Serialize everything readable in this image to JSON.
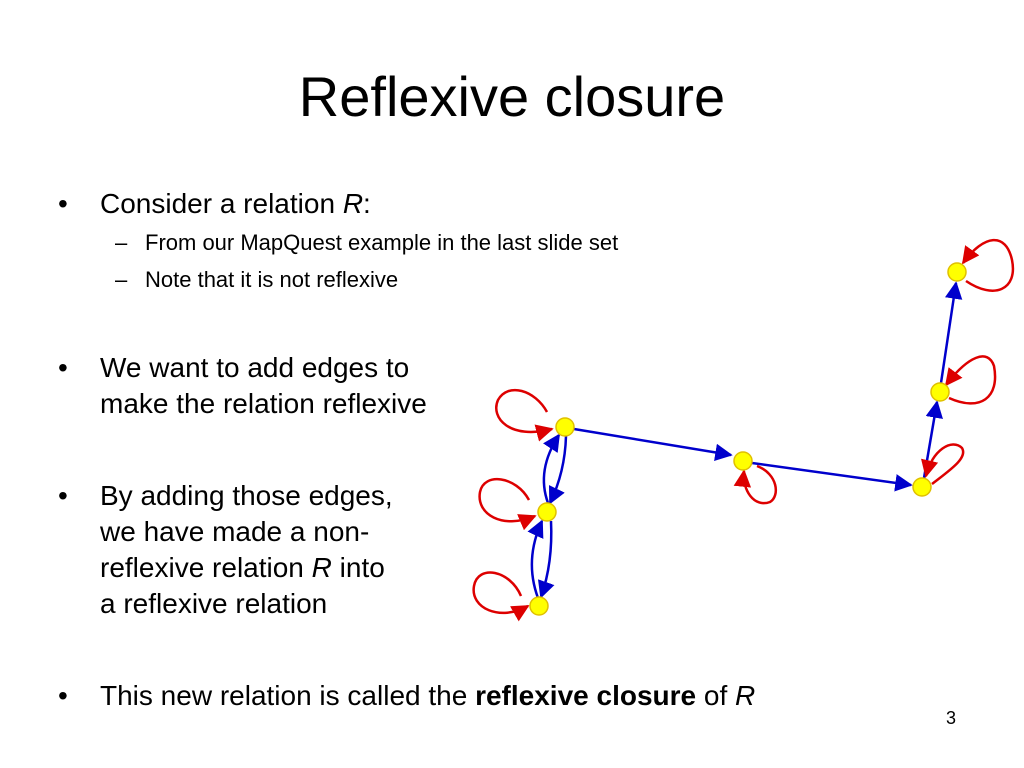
{
  "slide": {
    "title": "Reflexive closure",
    "page_number": "3",
    "bullets": [
      {
        "lines": [
          [
            "Consider a relation ",
            {
              "i": "R"
            },
            ":"
          ]
        ],
        "sub": [
          "From our MapQuest example in the last slide set",
          "Note that it is not reflexive"
        ]
      },
      {
        "lines": [
          [
            "We want to add edges to"
          ],
          [
            "make the relation reflexive"
          ]
        ]
      },
      {
        "lines": [
          [
            "By adding those edges,"
          ],
          [
            "we have made a non-"
          ],
          [
            "reflexive relation ",
            {
              "i": "R"
            },
            " into"
          ],
          [
            "a reflexive relation"
          ]
        ]
      },
      {
        "lines": [
          [
            "This new relation is called the ",
            {
              "b": "reflexive closure"
            },
            " of ",
            {
              "i": "R"
            }
          ]
        ]
      }
    ]
  },
  "graph": {
    "colors": {
      "node_fill": "#ffff00",
      "node_stroke": "#e0c000",
      "edge": "#0000cc",
      "loop": "#dd0000"
    },
    "node_count": 7,
    "edges": [
      [
        1,
        0
      ],
      [
        0,
        1
      ],
      [
        2,
        1
      ],
      [
        1,
        2
      ],
      [
        0,
        3
      ],
      [
        3,
        4
      ],
      [
        4,
        5
      ],
      [
        5,
        6
      ]
    ],
    "self_loops": [
      0,
      1,
      2,
      3,
      4,
      5,
      6
    ]
  }
}
